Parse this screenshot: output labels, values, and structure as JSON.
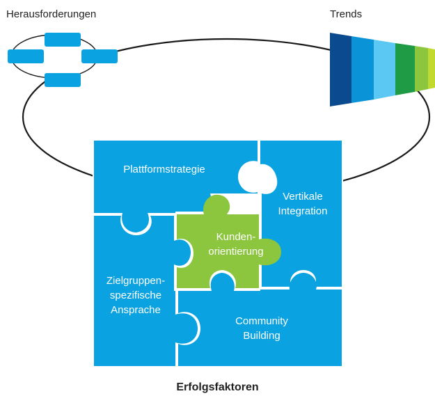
{
  "labels": {
    "challenges": "Herausforderungen",
    "trends": "Trends",
    "footer": "Erfolgsfaktoren"
  },
  "pieces": {
    "platform": {
      "lines": [
        "Plattformstrategie"
      ]
    },
    "vertical": {
      "lines": [
        "Vertikale",
        "Integration"
      ]
    },
    "kunden": {
      "lines": [
        "Kunden-",
        "orientierung"
      ]
    },
    "ziel": {
      "lines": [
        "Zielgruppen-",
        "spezifische",
        "Ansprache"
      ]
    },
    "community": {
      "lines": [
        "Community",
        "Building"
      ]
    }
  },
  "colors": {
    "puzzle_blue": "#0aa2e0",
    "puzzle_green": "#8cc63f",
    "box_blue": "#0aa2e0",
    "outline": "#1a1a1a",
    "trend_bands": [
      "#0b4a8e",
      "#0a93d6",
      "#5ac8f3",
      "#1f9a45",
      "#8cc63f",
      "#c2d930"
    ]
  }
}
